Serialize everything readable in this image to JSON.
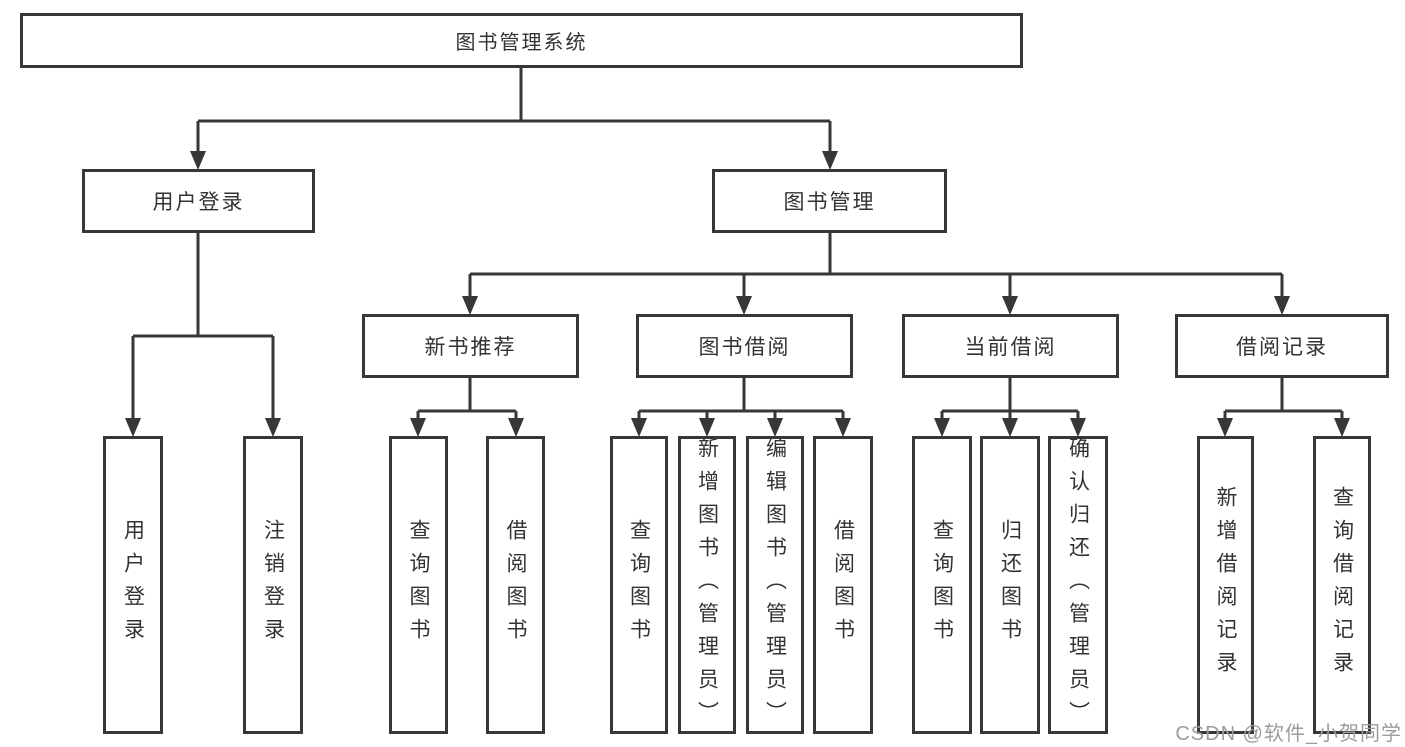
{
  "title": "图书管理系统",
  "tree": {
    "label": "图书管理系统",
    "children": [
      {
        "label": "用户登录",
        "children": [
          {
            "label": "用户登录"
          },
          {
            "label": "注销登录"
          }
        ]
      },
      {
        "label": "图书管理",
        "children": [
          {
            "label": "新书推荐",
            "children": [
              {
                "label": "查询图书"
              },
              {
                "label": "借阅图书"
              }
            ]
          },
          {
            "label": "图书借阅",
            "children": [
              {
                "label": "查询图书"
              },
              {
                "label": "新增图书（管理员）"
              },
              {
                "label": "编辑图书（管理员）"
              },
              {
                "label": "借阅图书"
              }
            ]
          },
          {
            "label": "当前借阅",
            "children": [
              {
                "label": "查询图书"
              },
              {
                "label": "归还图书"
              },
              {
                "label": "确认归还（管理员）"
              }
            ]
          },
          {
            "label": "借阅记录",
            "children": [
              {
                "label": "新增借阅记录"
              },
              {
                "label": "查询借阅记录"
              }
            ]
          }
        ]
      }
    ]
  },
  "watermark": {
    "text": "CSDN @软件_小贺同学"
  },
  "colors": {
    "line": "#373737",
    "text": "#333333",
    "watermark": "#9c9c9c",
    "background": "#ffffff"
  }
}
